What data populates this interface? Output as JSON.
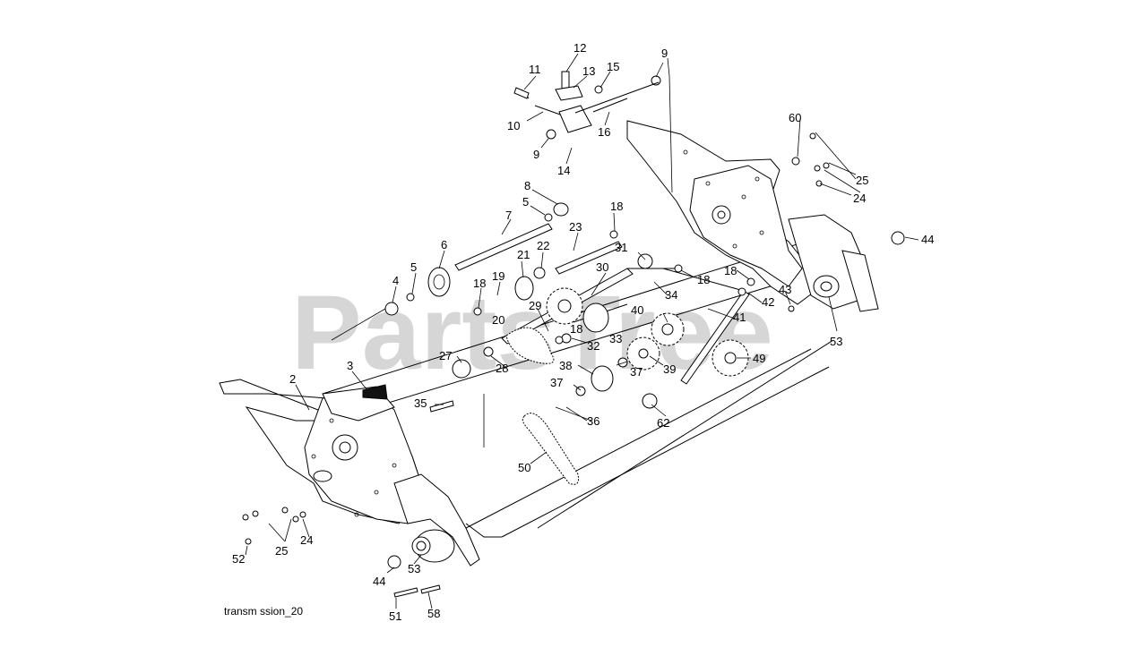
{
  "watermark": "PartsTree",
  "caption": "transm ssion_20",
  "callouts": [
    "2",
    "3",
    "4",
    "5",
    "6",
    "7",
    "5",
    "8",
    "9",
    "9",
    "10",
    "11",
    "12",
    "13",
    "14",
    "15",
    "16",
    "18",
    "18",
    "18",
    "18",
    "18",
    "19",
    "20",
    "21",
    "22",
    "23",
    "24",
    "24",
    "25",
    "25",
    "27",
    "28",
    "29",
    "30",
    "31",
    "32",
    "33",
    "34",
    "35",
    "36",
    "37",
    "37",
    "38",
    "39",
    "40",
    "41",
    "42",
    "43",
    "44",
    "44",
    "49",
    "50",
    "51",
    "52",
    "53",
    "53",
    "58",
    "60",
    "62"
  ]
}
